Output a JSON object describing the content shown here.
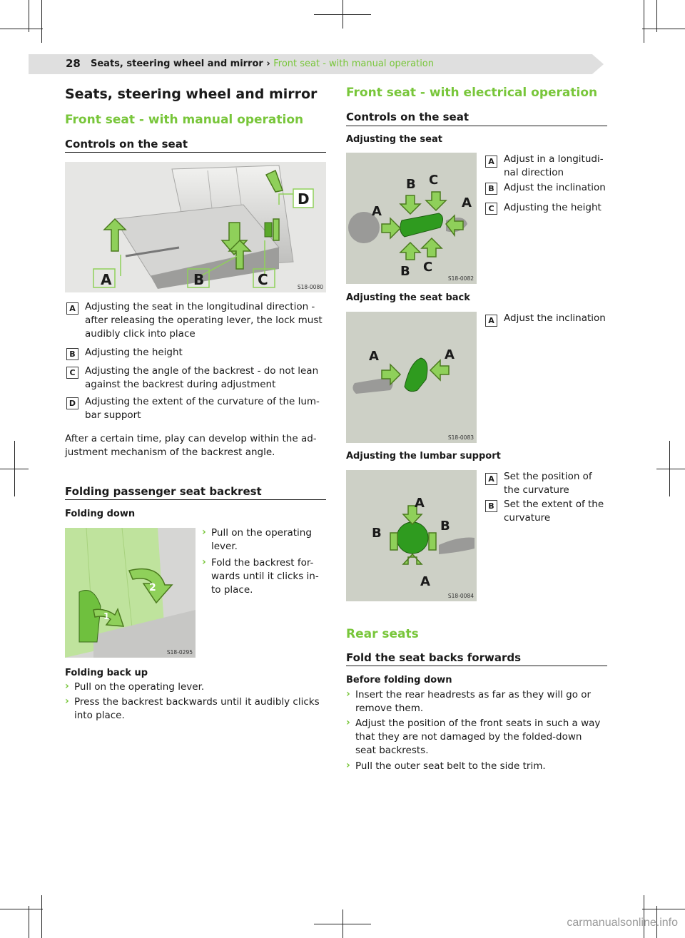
{
  "header": {
    "page_number": "28",
    "breadcrumb_section": "Seats, steering wheel and mirror",
    "breadcrumb_sep": "›",
    "breadcrumb_current": "Front seat - with manual operation"
  },
  "left": {
    "title": "Seats, steering wheel and mirror",
    "subtitle": "Front seat - with manual operation",
    "controls_heading": "Controls on the seat",
    "fig1": {
      "code": "S18-0080",
      "callouts": [
        "A",
        "B",
        "C",
        "D"
      ]
    },
    "legend": [
      {
        "key": "A",
        "lines": [
          "Adjusting the seat in the longitudinal direction -",
          "after releasing the operating lever, the lock must",
          "audibly click into place"
        ]
      },
      {
        "key": "B",
        "lines": [
          "Adjusting the height"
        ]
      },
      {
        "key": "C",
        "lines": [
          "Adjusting the angle of the backrest - do not lean",
          "against the backrest during adjustment"
        ]
      },
      {
        "key": "D",
        "lines": [
          "Adjusting the extent of the curvature of the lum-",
          "bar support"
        ]
      }
    ],
    "note_lines": [
      "After a certain time, play can develop within the ad-",
      "justment mechanism of the backrest angle."
    ],
    "folding_heading": "Folding passenger seat backrest",
    "folding_down": "Folding down",
    "fig2": {
      "code": "S18-0295",
      "callouts": [
        "1",
        "2"
      ]
    },
    "folding_down_steps": [
      {
        "lines": [
          "Pull on the operating",
          "lever."
        ]
      },
      {
        "lines": [
          "Fold the backrest for-",
          "wards until it clicks in-",
          "to place."
        ]
      }
    ],
    "folding_back": "Folding back up",
    "folding_back_steps": [
      {
        "lines": [
          "Pull on the operating lever."
        ]
      },
      {
        "lines": [
          "Press the backrest backwards until it audibly clicks",
          "into place."
        ]
      }
    ]
  },
  "right": {
    "electrical_title": "Front seat - with electrical operation",
    "controls_heading": "Controls on the seat",
    "adjust_seat": "Adjusting the seat",
    "fig3": {
      "code": "S18-0082",
      "callouts": [
        "A",
        "B",
        "C",
        "A",
        "B",
        "C"
      ]
    },
    "legend3": [
      {
        "key": "A",
        "lines": [
          "Adjust in a longitudi-",
          "nal direction"
        ]
      },
      {
        "key": "B",
        "lines": [
          "Adjust the inclination"
        ]
      },
      {
        "key": "C",
        "lines": [
          "Adjusting the height"
        ]
      }
    ],
    "adjust_back": "Adjusting the seat back",
    "fig4": {
      "code": "S18-0083",
      "callouts": [
        "A",
        "A"
      ]
    },
    "legend4": [
      {
        "key": "A",
        "lines": [
          "Adjust the inclination"
        ]
      }
    ],
    "adjust_lumbar": "Adjusting the lumbar support",
    "fig5": {
      "code": "S18-0084",
      "callouts": [
        "A",
        "B",
        "B",
        "A"
      ]
    },
    "legend5": [
      {
        "key": "A",
        "lines": [
          "Set the position of",
          "the curvature"
        ]
      },
      {
        "key": "B",
        "lines": [
          "Set the extent of the",
          "curvature"
        ]
      }
    ],
    "rear_title": "Rear seats",
    "fold_heading": "Fold the seat backs forwards",
    "before_folding": "Before folding down",
    "before_steps": [
      {
        "lines": [
          "Insert the rear headrests as far as they will go or",
          "remove them."
        ]
      },
      {
        "lines": [
          "Adjust the position of the front seats in such a way",
          "that they are not damaged by the folded-down",
          "seat backrests."
        ]
      },
      {
        "lines": [
          "Pull the outer seat belt to the side trim."
        ]
      }
    ]
  },
  "bullet_glyph": "›",
  "watermark": "carmanualsonline.info",
  "colors": {
    "accent": "#78c63a",
    "header_band": "#dfdfdf",
    "figure_bg": "#cdd0c6"
  }
}
